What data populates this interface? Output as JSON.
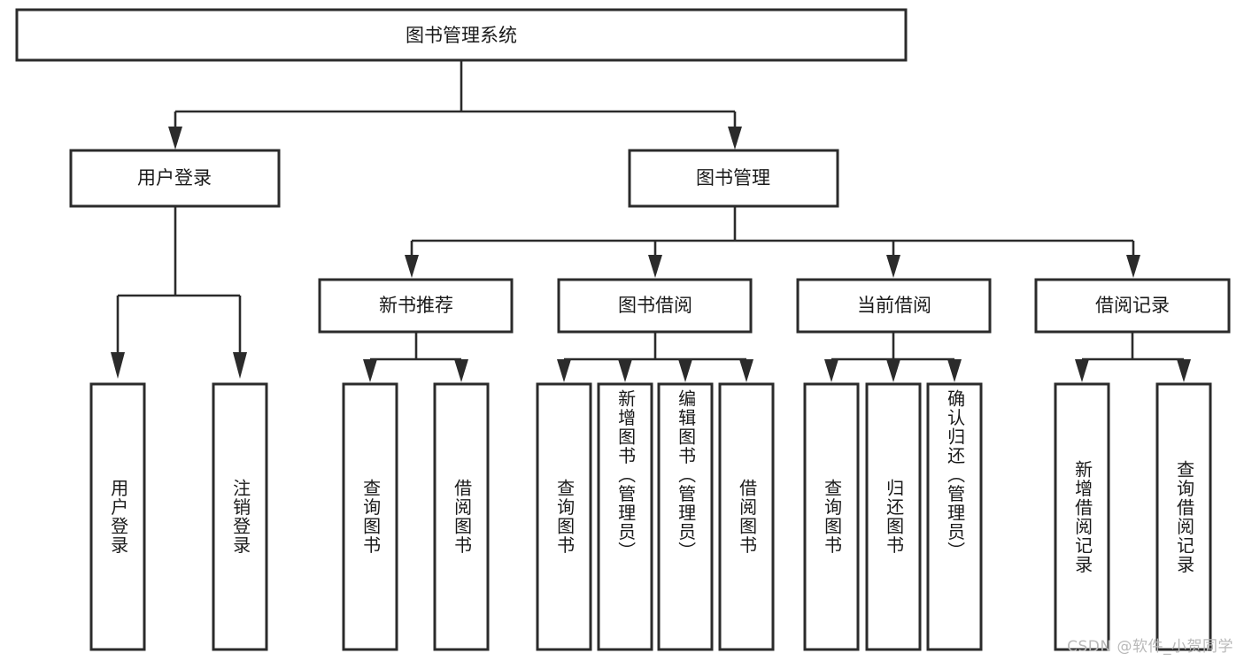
{
  "diagram": {
    "type": "tree-hierarchy",
    "title": "图书管理系统",
    "watermark": "CSDN @软件_小贺同学",
    "colors": {
      "stroke": "#2b2b2b",
      "fill": "#ffffff",
      "text": "#1a1a1a",
      "watermark": "#b9b9b9"
    },
    "levels": {
      "root": {
        "label": "图书管理系统"
      },
      "level2": [
        {
          "label": "用户登录"
        },
        {
          "label": "图书管理"
        }
      ],
      "level3": [
        {
          "label": "新书推荐"
        },
        {
          "label": "图书借阅"
        },
        {
          "label": "当前借阅"
        },
        {
          "label": "借阅记录"
        }
      ],
      "leaves": [
        {
          "label": "用户登录",
          "parent": "用户登录"
        },
        {
          "label": "注销登录",
          "parent": "用户登录"
        },
        {
          "label": "查询图书",
          "parent": "新书推荐"
        },
        {
          "label": "借阅图书",
          "parent": "新书推荐"
        },
        {
          "label": "查询图书",
          "parent": "图书借阅"
        },
        {
          "label": "新增图书（管理员）",
          "parent": "图书借阅"
        },
        {
          "label": "编辑图书（管理员）",
          "parent": "图书借阅"
        },
        {
          "label": "借阅图书",
          "parent": "图书借阅"
        },
        {
          "label": "查询图书",
          "parent": "当前借阅"
        },
        {
          "label": "归还图书",
          "parent": "当前借阅"
        },
        {
          "label": "确认归还（管理员）",
          "parent": "当前借阅"
        },
        {
          "label": "新增借阅记录",
          "parent": "借阅记录"
        },
        {
          "label": "查询借阅记录",
          "parent": "借阅记录"
        }
      ]
    }
  }
}
